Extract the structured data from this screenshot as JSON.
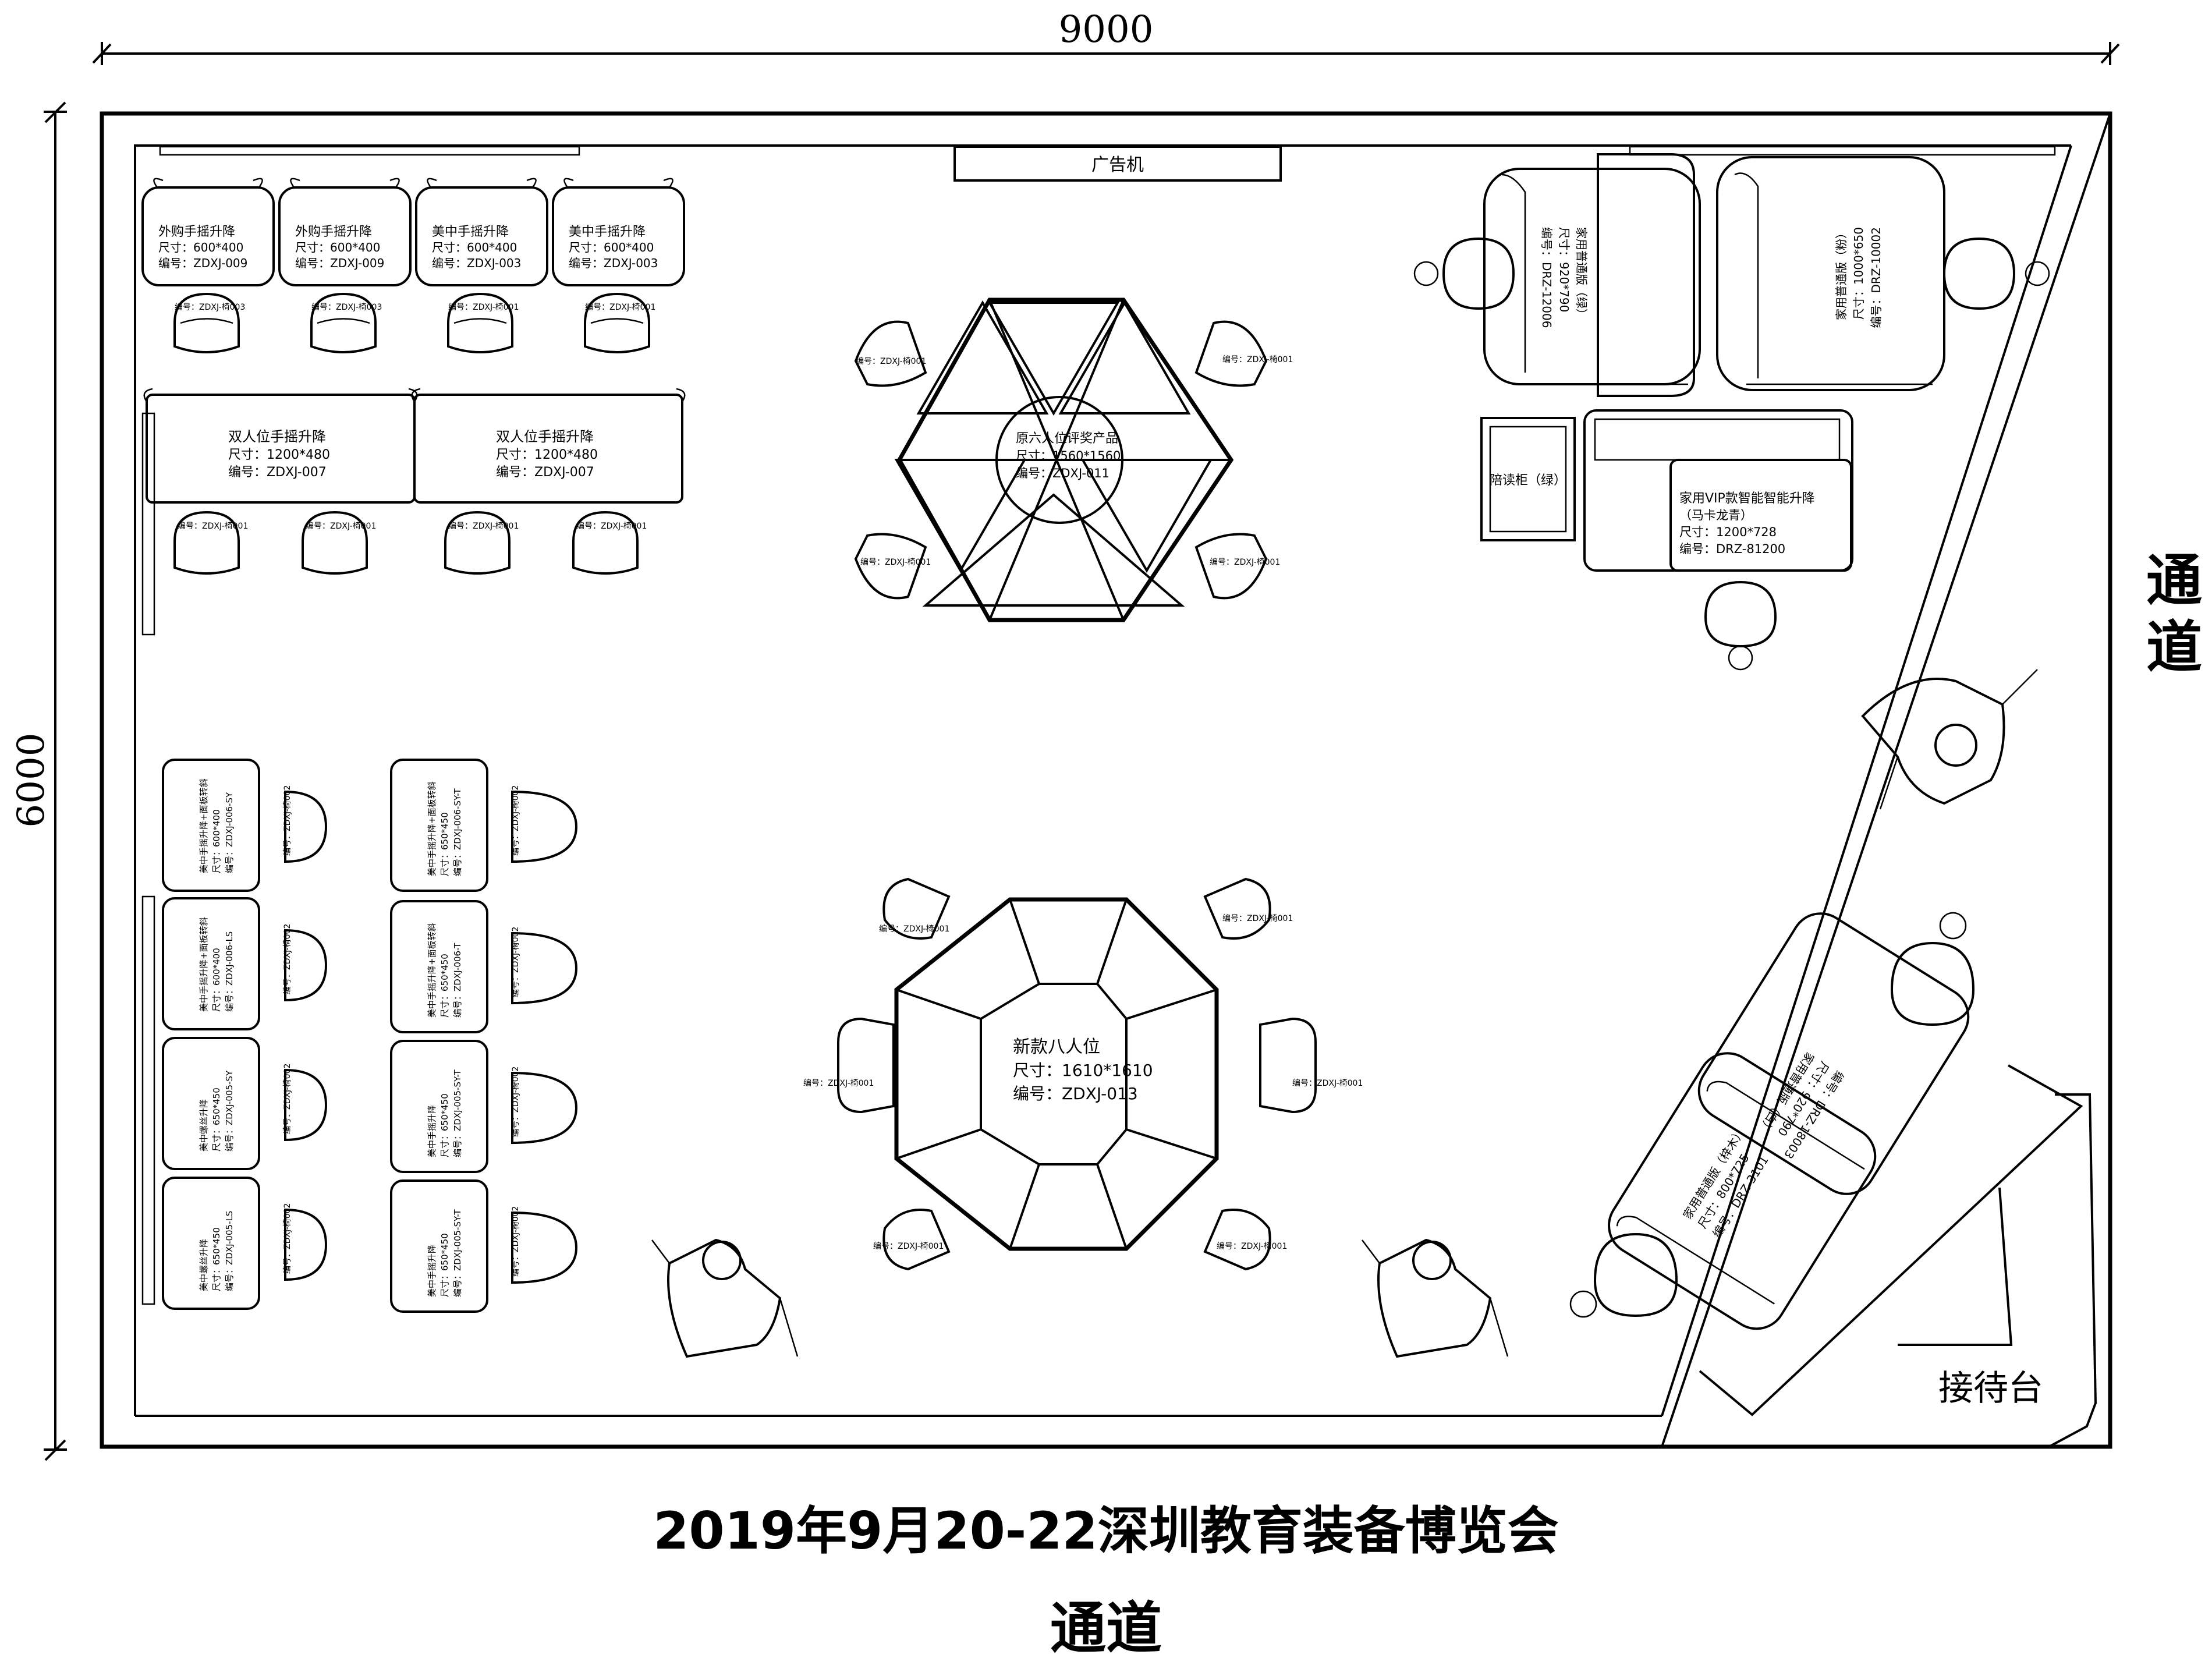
{
  "dimensions": {
    "width": "9000",
    "height": "6000"
  },
  "ad_machine": "广告机",
  "aisle_right": "通道",
  "aisle_bottom": "通道",
  "reception": "接待台",
  "footer_title": "2019年9月20-22深圳教育装备博览会",
  "top_desks": [
    {
      "name": "外购手摇升降",
      "size": "尺寸：600*400",
      "code": "编号：ZDXJ-009",
      "chair": "编号：ZDXJ-椅003"
    },
    {
      "name": "外购手摇升降",
      "size": "尺寸：600*400",
      "code": "编号：ZDXJ-009",
      "chair": "编号：ZDXJ-椅003"
    },
    {
      "name": "美中手摇升降",
      "size": "尺寸：600*400",
      "code": "编号：ZDXJ-003",
      "chair": "编号：ZDXJ-椅001"
    },
    {
      "name": "美中手摇升降",
      "size": "尺寸：600*400",
      "code": "编号：ZDXJ-003",
      "chair": "编号：ZDXJ-椅001"
    }
  ],
  "double_desks": [
    {
      "name": "双人位手摇升降",
      "size": "尺寸：1200*480",
      "code": "编号：ZDXJ-007"
    },
    {
      "name": "双人位手摇升降",
      "size": "尺寸：1200*480",
      "code": "编号：ZDXJ-007"
    }
  ],
  "double_chairs": [
    "编号：ZDXJ-椅001",
    "编号：ZDXJ-椅001",
    "编号：ZDXJ-椅001",
    "编号：ZDXJ-椅001"
  ],
  "six_table": {
    "name": "原六人位评奖产品",
    "size": "尺寸：1560*1560",
    "code": "编号：ZDXJ-011",
    "chair": "编号：ZDXJ-椅001"
  },
  "eight_table": {
    "name": "新款八人位",
    "size": "尺寸：1610*1610",
    "code": "编号：ZDXJ-013",
    "chair": "编号：ZDXJ-椅001"
  },
  "left_desks": [
    {
      "name": "美中手摇升降+面板转斜",
      "size": "尺寸：600*400",
      "code": "编号：ZDXJ-006-SY",
      "chair": "编号：ZDXJ-椅002"
    },
    {
      "name": "美中手摇升降+面板转斜",
      "size": "尺寸：600*400",
      "code": "编号：ZDXJ-006-LS",
      "chair": "编号：ZDXJ-椅002"
    },
    {
      "name": "美中螺丝升降",
      "size": "尺寸：650*450",
      "code": "编号：ZDXJ-005-SY",
      "chair": "编号：ZDXJ-椅002"
    },
    {
      "name": "美中螺丝升降",
      "size": "尺寸：650*450",
      "code": "编号：ZDXJ-005-LS",
      "chair": "编号：ZDXJ-椅002"
    }
  ],
  "mid_desks": [
    {
      "name": "美中手摇升降+面板转斜",
      "size": "尺寸：650*450",
      "code": "编号：ZDXJ-006-SY-T",
      "chair": "编号：ZDXJ-椅002"
    },
    {
      "name": "美中手摇升降+面板转斜",
      "size": "尺寸：650*450",
      "code": "编号：ZDXJ-006-T",
      "chair": "编号：ZDXJ-椅002"
    },
    {
      "name": "美中手摇升降",
      "size": "尺寸：650*450",
      "code": "编号：ZDXJ-005-SY-T",
      "chair": "编号：ZDXJ-椅002"
    },
    {
      "name": "美中手摇升降",
      "size": "尺寸：650*450",
      "code": "编号：ZDXJ-005-SY-T",
      "chair": "编号：ZDXJ-椅002"
    }
  ],
  "home_desk_green": {
    "name": "家用普通版（绿）",
    "size": "尺寸：920*790",
    "code": "编号：DRZ-12006"
  },
  "home_desk_pink": {
    "name": "家用普通版（粉）",
    "size": "尺寸：1000*650",
    "code": "编号：DRZ-10002"
  },
  "reading_cabinet": "陪读柜（绿）",
  "vip_desk": {
    "name": "家用VIP款智能智能升降",
    "sub": "（马卡龙青）",
    "size": "尺寸：1200*728",
    "code": "编号：DRZ-81200"
  },
  "home_desk_white": {
    "name": "家用普通版（白）",
    "size": "尺寸：920*790",
    "code": "编号：DRZ-18003"
  },
  "home_desk_wood": {
    "name": "家用普通版（梓木）",
    "size": "尺寸：800*725",
    "code": "编号：DRZ-3101"
  }
}
